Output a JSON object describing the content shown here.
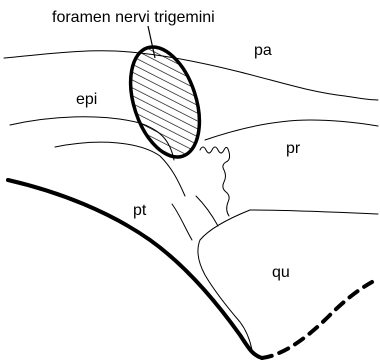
{
  "diagram": {
    "title": "foramen nervi trigemini",
    "labels": {
      "pa": "pa",
      "epi": "epi",
      "pr": "pr",
      "pt": "pt",
      "qu": "qu"
    }
  }
}
